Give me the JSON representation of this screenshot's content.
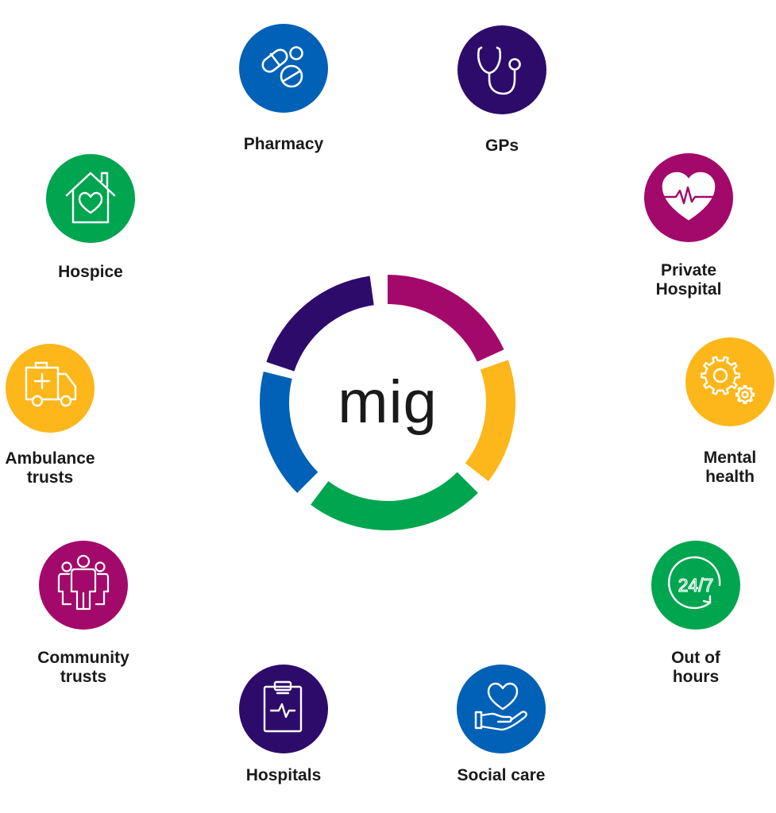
{
  "center": {
    "text": "mig"
  },
  "ring_colors": {
    "yellow": "#FDB71A",
    "green": "#00A54F",
    "blue": "#0061B6",
    "purple": "#2D0B6B",
    "magenta": "#A3096A"
  },
  "nodes": [
    {
      "id": "pharmacy",
      "lines": [
        "Pharmacy"
      ],
      "color": "#0061B6",
      "icon": "pills-icon"
    },
    {
      "id": "gps",
      "lines": [
        "GPs"
      ],
      "color": "#2D0B6B",
      "icon": "stethoscope-icon"
    },
    {
      "id": "private-hospital",
      "lines": [
        "Private",
        "Hospital"
      ],
      "color": "#A3096A",
      "icon": "heartbeat-heart-icon"
    },
    {
      "id": "mental-health",
      "lines": [
        "Mental",
        "health"
      ],
      "color": "#FDB71A",
      "icon": "gears-icon"
    },
    {
      "id": "out-of-hours",
      "lines": [
        "Out of",
        "hours"
      ],
      "color": "#00A54F",
      "icon": "clock-24-7-icon"
    },
    {
      "id": "social-care",
      "lines": [
        "Social care"
      ],
      "color": "#0061B6",
      "icon": "heart-in-hand-icon"
    },
    {
      "id": "hospitals",
      "lines": [
        "Hospitals"
      ],
      "color": "#2D0B6B",
      "icon": "clipboard-ecg-icon"
    },
    {
      "id": "community-trusts",
      "lines": [
        "Community",
        "trusts"
      ],
      "color": "#A3096A",
      "icon": "people-group-icon"
    },
    {
      "id": "ambulance-trusts",
      "lines": [
        "Ambulance",
        "trusts"
      ],
      "color": "#FDB71A",
      "icon": "ambulance-icon"
    },
    {
      "id": "hospice",
      "lines": [
        "Hospice"
      ],
      "color": "#00A54F",
      "icon": "house-heart-icon"
    }
  ],
  "icon_text": {
    "clock": "24/7"
  }
}
